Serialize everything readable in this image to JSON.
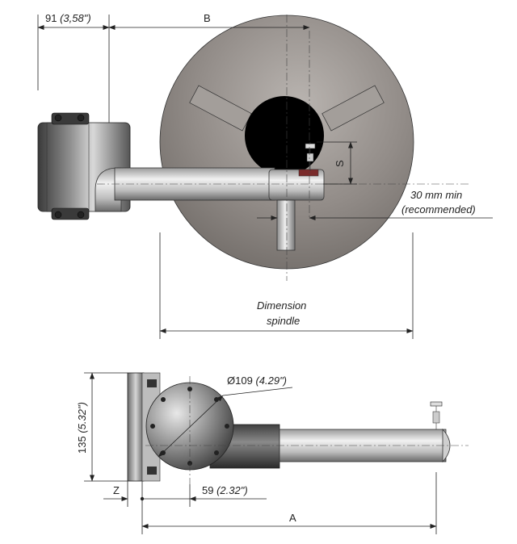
{
  "top_view": {
    "dim_91": {
      "value": "91",
      "imperial": "(3,58\")"
    },
    "dim_b": "B",
    "dim_s": "S",
    "min_gap": {
      "line1": "30 mm min",
      "line2": "(recommended)"
    },
    "dimension_spindle": {
      "line1": "Dimension",
      "line2": "spindle"
    }
  },
  "side_view": {
    "diameter": {
      "value": "Ø109",
      "imperial": "(4.29\")"
    },
    "height": {
      "value": "135",
      "imperial": "(5.32\")"
    },
    "dim_z": "Z",
    "dim_59": {
      "value": "59",
      "imperial": "(2.32\")"
    },
    "dim_a": "A"
  },
  "colors": {
    "reel_disc": "#8a8480",
    "hub": "#000000",
    "metal_light": "#e6e6e6",
    "metal_dark": "#5a5a5a",
    "line": "#222222"
  }
}
